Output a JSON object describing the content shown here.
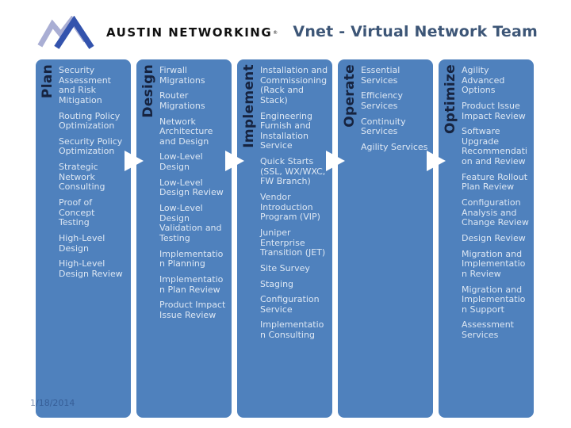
{
  "header": {
    "logo_text": "AUSTIN NETWORKING",
    "logo_mark": "®",
    "title": "Vnet - Virtual Network Team"
  },
  "footer": {
    "date": "1/18/2014"
  },
  "colors": {
    "column_blue": "#4f81bd",
    "item_text": "#dde7f3",
    "label_navy": "#16233f",
    "title_color": "#3d5677",
    "logo_light": "#a9aed4",
    "logo_dark": "#3353ad"
  },
  "columns": [
    {
      "phase": "Plan",
      "items": [
        "Security Assessment and Risk Mitigation",
        "Routing Policy Optimization",
        "Security Policy Optimization",
        "Strategic Network Consulting",
        "Proof of Concept Testing",
        "High-Level Design",
        "High-Level Design Review"
      ]
    },
    {
      "phase": "Design",
      "items": [
        "Firwall Migrations",
        "Router Migrations",
        "Network Architecture and Design",
        "Low-Level Design",
        "Low-Level Design Review",
        "Low-Level Design Validation and Testing",
        "Implementation Planning",
        "Implementation Plan Review",
        "Product Impact Issue Review"
      ]
    },
    {
      "phase": "Implement",
      "items": [
        "Installation and Commissioning (Rack and Stack)",
        "Engineering Furnish and Installation Service",
        "Quick Starts (SSL, WX/WXC, FW Branch)",
        "Vendor Introduction Program (VIP)",
        "Juniper Enterprise Transition (JET)",
        "Site Survey",
        "Staging",
        "Configuration Service",
        "Implementation Consulting"
      ]
    },
    {
      "phase": "Operate",
      "items": [
        "Essential Services",
        "Efficiency Services",
        "Continuity Services",
        "Agility Services"
      ]
    },
    {
      "phase": "Optimize",
      "items": [
        "Agility Advanced Options",
        "Product Issue Impact Review",
        "Software Upgrade Recommendation and Review",
        "Feature Rollout Plan Review",
        "Configuration Analysis and Change Review",
        "Design Review",
        "Migration and Implementation Review",
        "Migration and Implementation Support",
        "Assessment Services"
      ]
    }
  ]
}
